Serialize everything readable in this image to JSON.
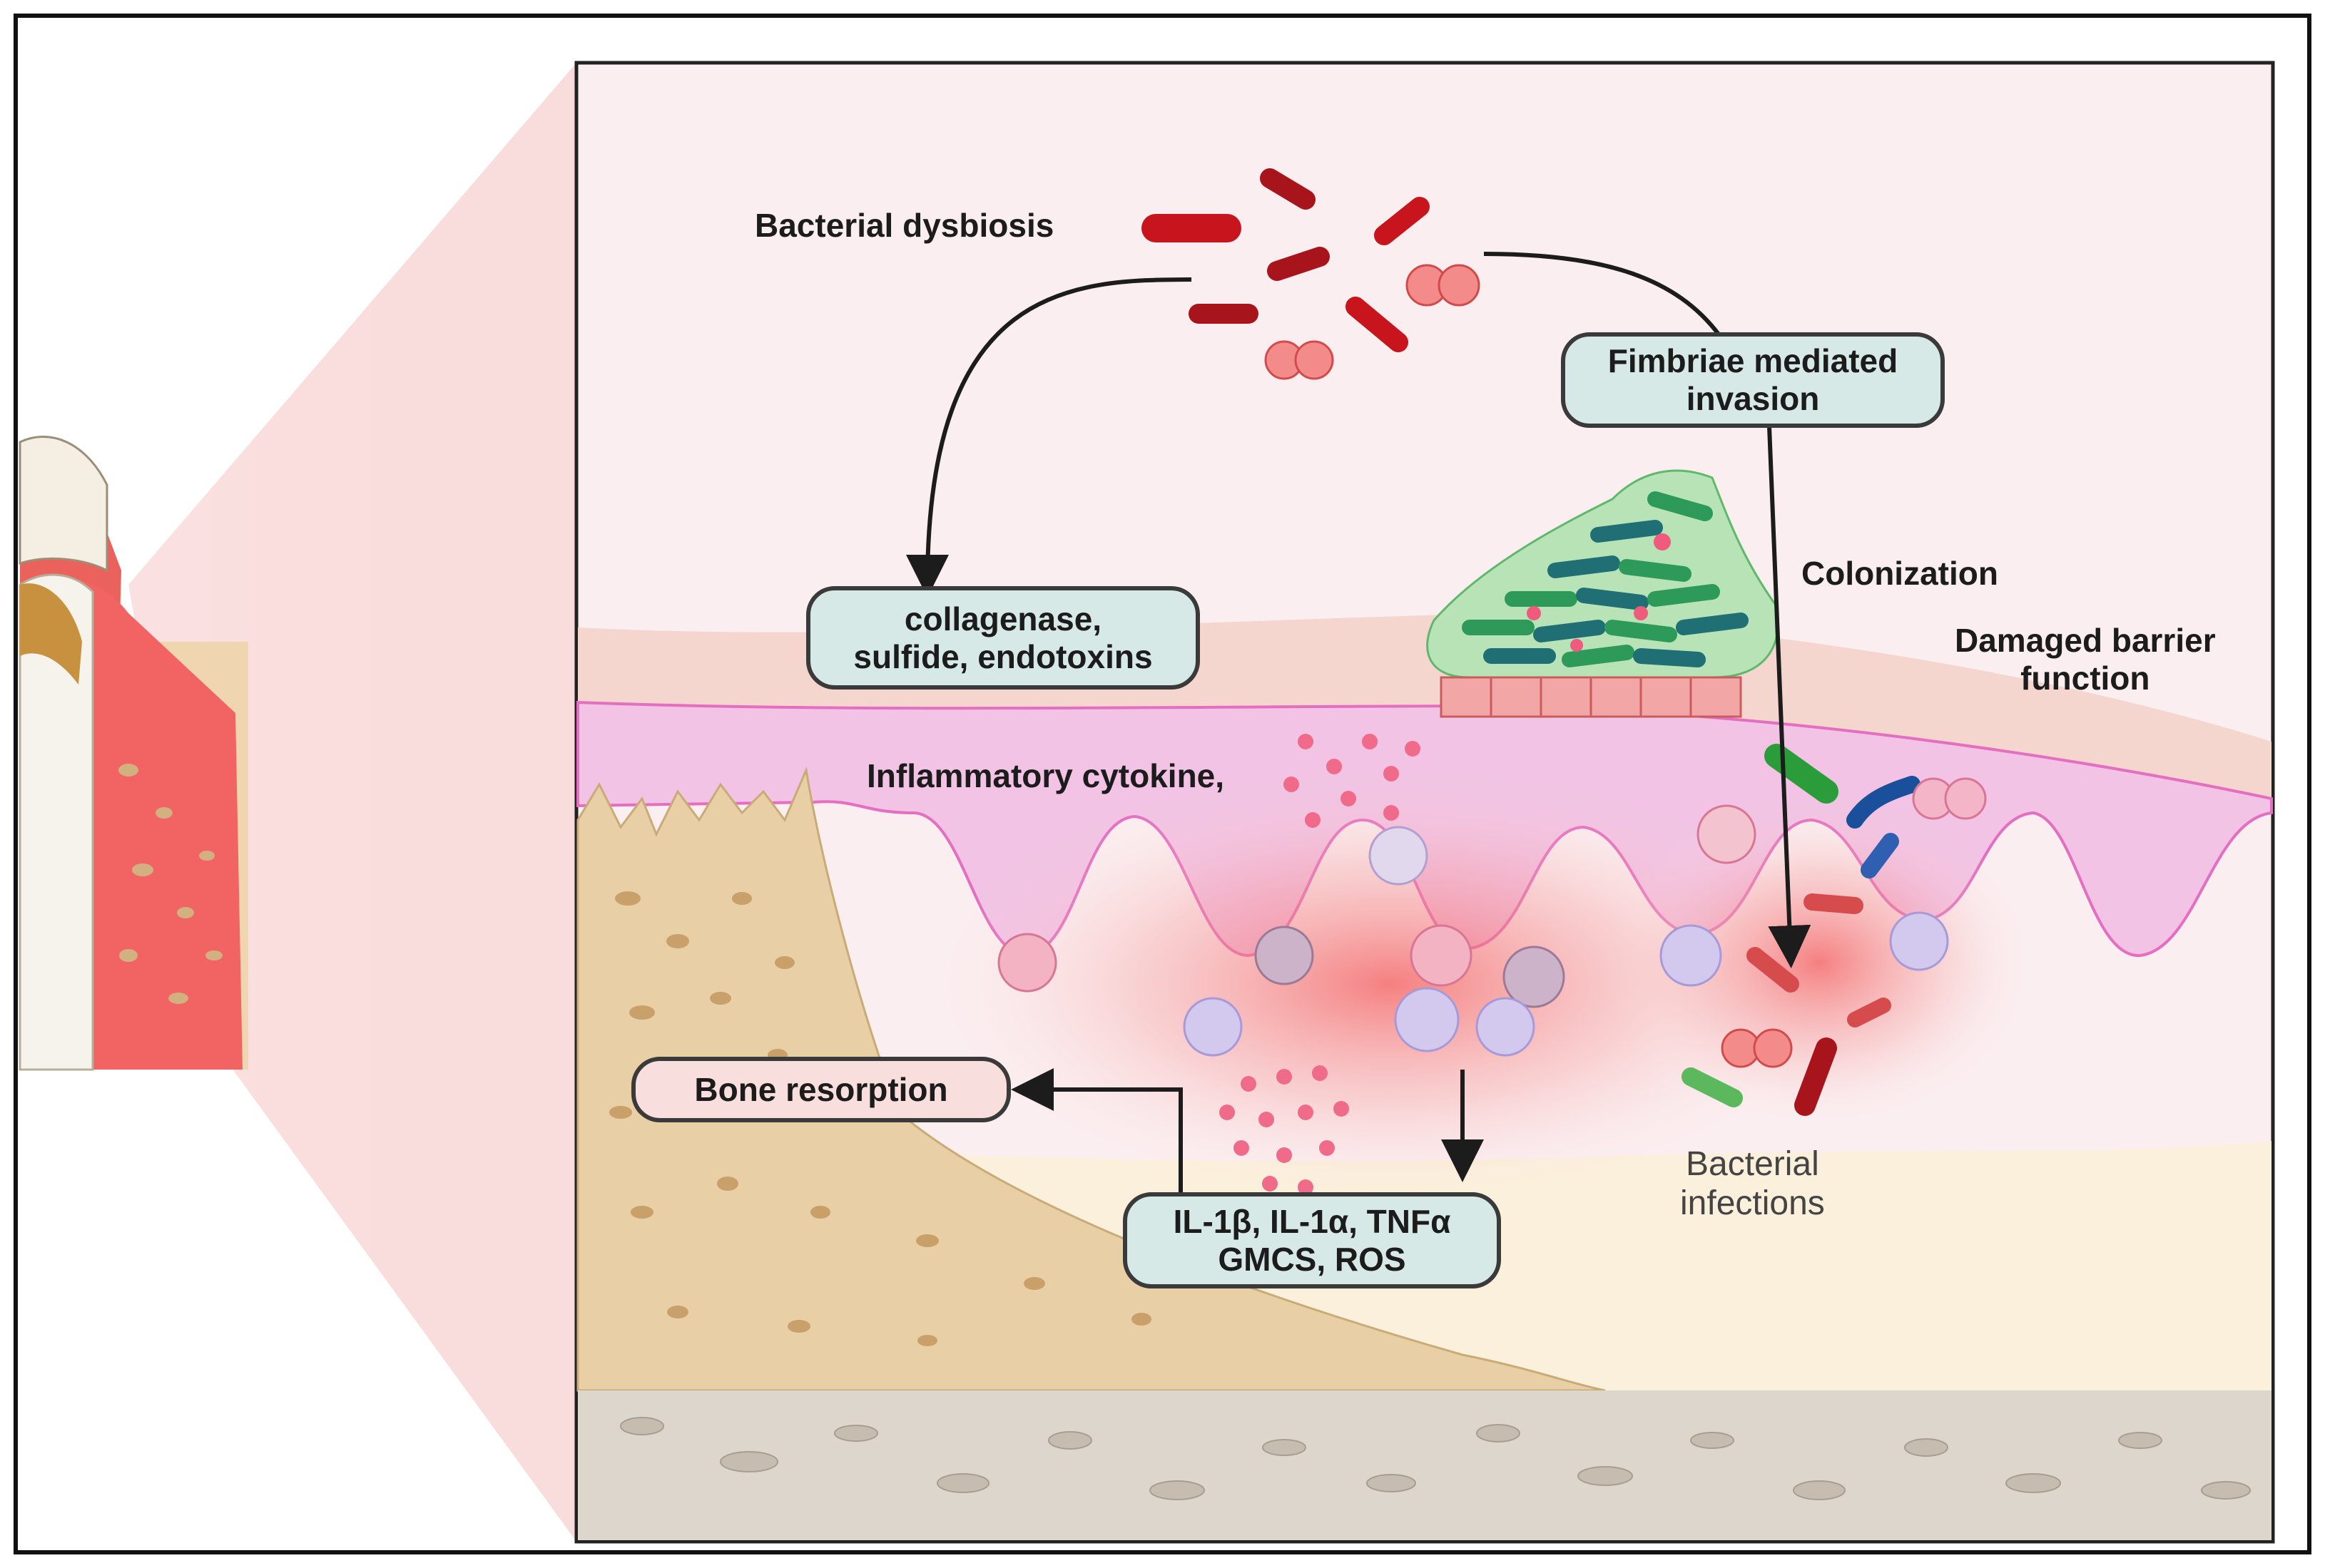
{
  "labels": {
    "bacterial_dysbiosis": "Bacterial dysbiosis",
    "colonization": "Colonization",
    "damaged_barrier_line1": "Damaged barrier",
    "damaged_barrier_line2": "function",
    "inflammatory_cytokine": "Inflammatory cytokine,",
    "bacterial_infections_line1": "Bacterial",
    "bacterial_infections_line2": "infections"
  },
  "boxes": {
    "fimbriae_line1": "Fimbriae mediated",
    "fimbriae_line2": "invasion",
    "toxins_line1": "collagenase,",
    "toxins_line2": "sulfide, endotoxins",
    "bone_resorption": "Bone resorption",
    "cytokines_line1": "IL-1β, IL-1α, TNFα",
    "cytokines_line2": "GMCS, ROS"
  },
  "colors": {
    "teal_box": "#d6e9e6",
    "pink_box": "#f9dede",
    "gum_pink": "#f3cde8",
    "inflammation_red": "#f26a6a",
    "bone": "#e8cfa6",
    "bacteria_dark_red": "#a8141c",
    "biofilm_green": "#2e9a5a",
    "biofilm_teal": "#1f6f74"
  }
}
